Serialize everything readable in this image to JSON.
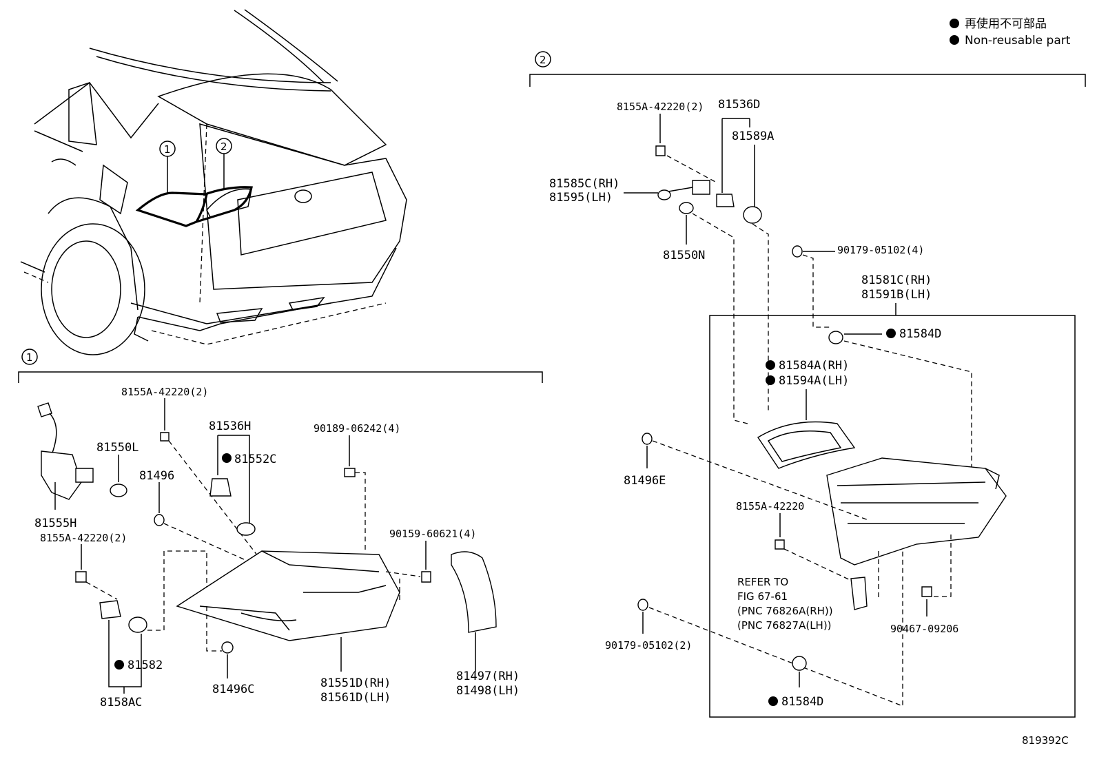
{
  "legend": {
    "line_jp": "再使用不可部品",
    "line_en": "Non-reusable part"
  },
  "sections": {
    "one": "1",
    "two": "2"
  },
  "figure_number": "819392C",
  "section1_parts": {
    "p_8155A_top": "8155A-42220(2)",
    "p_81536H": "81536H",
    "p_81552C": "81552C",
    "p_81550L": "81550L",
    "p_81496": "81496",
    "p_81555H": "81555H",
    "p_8155A_bottom": "8155A-42220(2)",
    "p_90189": "90189-06242(4)",
    "p_90159": "90159-60621(4)",
    "p_81582": "81582",
    "p_8158AC": "8158AC",
    "p_81496C": "81496C",
    "p_81551D": "81551D(RH)",
    "p_81561D": "81561D(LH)",
    "p_81497": "81497(RH)",
    "p_81498": "81498(LH)"
  },
  "section2_parts": {
    "p_8155A_top": "8155A-42220(2)",
    "p_81536D": "81536D",
    "p_81589A": "81589A",
    "p_81585C": "81585C(RH)",
    "p_81595": "81595(LH)",
    "p_81550N": "81550N",
    "p_90179_top": "90179-05102(4)",
    "p_81581C": "81581C(RH)",
    "p_81591B": "81591B(LH)",
    "p_81584D_top": "81584D",
    "p_81584A": "81584A(RH)",
    "p_81594A": "81594A(LH)",
    "p_81496E": "81496E",
    "p_8155A_mid": "8155A-42220",
    "refer_1": "REFER TO",
    "refer_2": "FIG 67-61",
    "refer_3": "(PNC 76826A(RH))",
    "refer_4": "(PNC 76827A(LH))",
    "p_90467": "90467-09206",
    "p_90179_bottom": "90179-05102(2)",
    "p_81584D_bottom": "81584D"
  }
}
